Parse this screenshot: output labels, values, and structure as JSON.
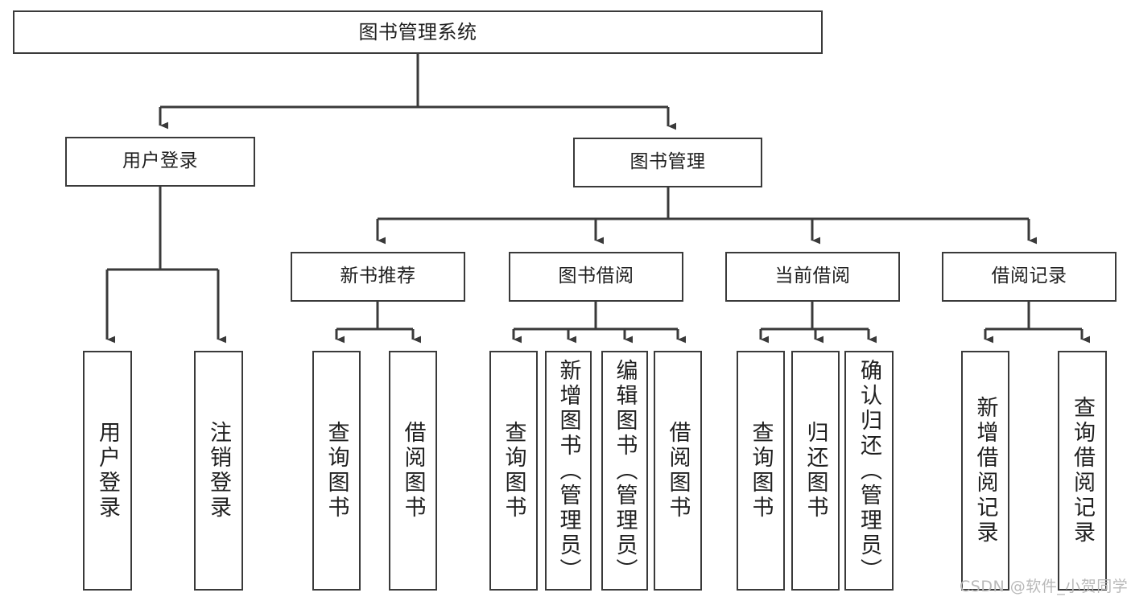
{
  "diagram": {
    "type": "tree-hierarchy",
    "title": "图书管理系统",
    "watermark": "CSDN @软件_小贺同学",
    "levels": [
      {
        "level": 1,
        "nodes": [
          {
            "id": "root",
            "label": "图书管理系统"
          }
        ]
      },
      {
        "level": 2,
        "nodes": [
          {
            "id": "user-login",
            "label": "用户登录",
            "parent": "root"
          },
          {
            "id": "book-manage",
            "label": "图书管理",
            "parent": "root"
          }
        ]
      },
      {
        "level": 3,
        "nodes": [
          {
            "id": "new-book-rec",
            "label": "新书推荐",
            "parent": "book-manage"
          },
          {
            "id": "book-borrow",
            "label": "图书借阅",
            "parent": "book-manage"
          },
          {
            "id": "current-borrow",
            "label": "当前借阅",
            "parent": "book-manage"
          },
          {
            "id": "borrow-record",
            "label": "借阅记录",
            "parent": "book-manage"
          }
        ]
      },
      {
        "level": 4,
        "nodes": [
          {
            "id": "leaf-1",
            "label": "用户登录",
            "parent": "user-login"
          },
          {
            "id": "leaf-2",
            "label": "注销登录",
            "parent": "user-login"
          },
          {
            "id": "leaf-3",
            "label": "查询图书",
            "parent": "new-book-rec"
          },
          {
            "id": "leaf-4",
            "label": "借阅图书",
            "parent": "new-book-rec"
          },
          {
            "id": "leaf-5",
            "label": "查询图书",
            "parent": "book-borrow"
          },
          {
            "id": "leaf-6",
            "label": "新增图书（管理员）",
            "parent": "book-borrow"
          },
          {
            "id": "leaf-7",
            "label": "编辑图书（管理员）",
            "parent": "book-borrow"
          },
          {
            "id": "leaf-8",
            "label": "借阅图书",
            "parent": "book-borrow"
          },
          {
            "id": "leaf-9",
            "label": "查询图书",
            "parent": "current-borrow"
          },
          {
            "id": "leaf-10",
            "label": "归还图书",
            "parent": "current-borrow"
          },
          {
            "id": "leaf-11",
            "label": "确认归还（管理员）",
            "parent": "current-borrow"
          },
          {
            "id": "leaf-12",
            "label": "新增借阅记录",
            "parent": "borrow-record"
          },
          {
            "id": "leaf-13",
            "label": "查询借阅记录",
            "parent": "borrow-record"
          }
        ]
      }
    ]
  },
  "colors": {
    "stroke": "#3a3a3a",
    "text": "#1f1f1f",
    "background": "#ffffff",
    "watermark": "#b9b9b9"
  }
}
